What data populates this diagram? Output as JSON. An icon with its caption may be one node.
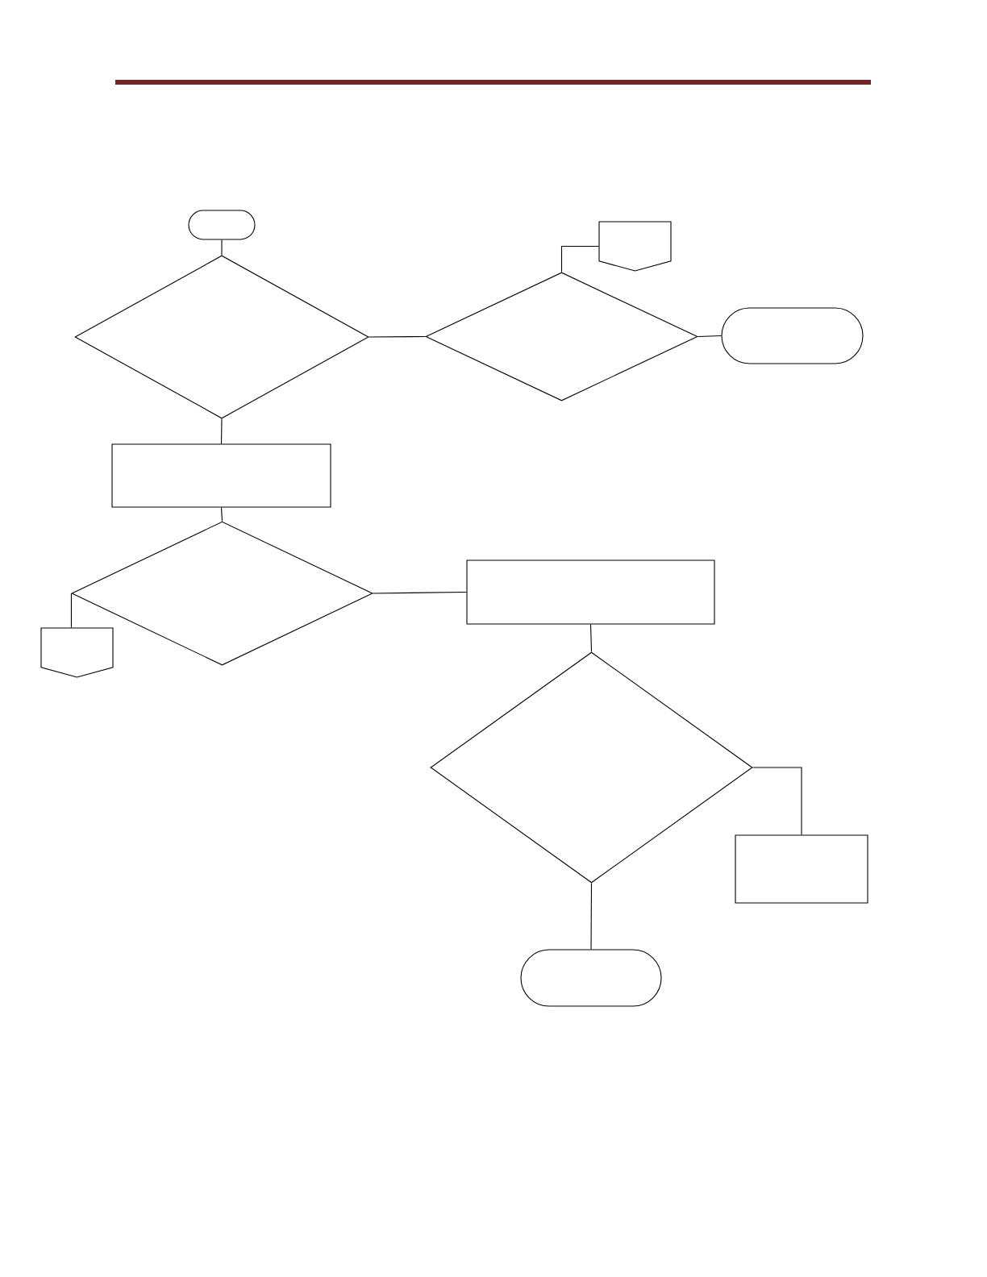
{
  "diagram": {
    "nodes": [
      {
        "text": [],
        "shape": "pill"
      },
      {
        "text": [],
        "shape": "diamond"
      },
      {
        "text": [],
        "shape": "diamond"
      },
      {
        "text": [],
        "shape": "pentagon"
      },
      {
        "text": [],
        "shape": "pill"
      },
      {
        "text": [],
        "shape": "box"
      },
      {
        "text": [],
        "shape": "diamond"
      },
      {
        "text": [],
        "shape": "pentagon"
      },
      {
        "text": [],
        "shape": "box"
      },
      {
        "text": [],
        "shape": "diamond"
      },
      {
        "text": [],
        "shape": "box"
      },
      {
        "text": [],
        "shape": "pill"
      }
    ],
    "edges": [
      {
        "from": 0,
        "to": 1,
        "arrow": "none"
      },
      {
        "from": 1,
        "to": 2,
        "arrow": "none"
      },
      {
        "from": 2,
        "to": 3,
        "arrow": "none"
      },
      {
        "from": 2,
        "to": 4,
        "arrow": "none"
      },
      {
        "from": 1,
        "to": 5,
        "arrow": "none"
      },
      {
        "from": 5,
        "to": 6,
        "arrow": "none"
      },
      {
        "from": 6,
        "to": 7,
        "arrow": "none"
      },
      {
        "from": 6,
        "to": 8,
        "arrow": "none"
      },
      {
        "from": 8,
        "to": 9,
        "arrow": "none"
      },
      {
        "from": 9,
        "to": 10,
        "arrow": "none"
      },
      {
        "from": 9,
        "to": 11,
        "arrow": "none"
      }
    ]
  }
}
